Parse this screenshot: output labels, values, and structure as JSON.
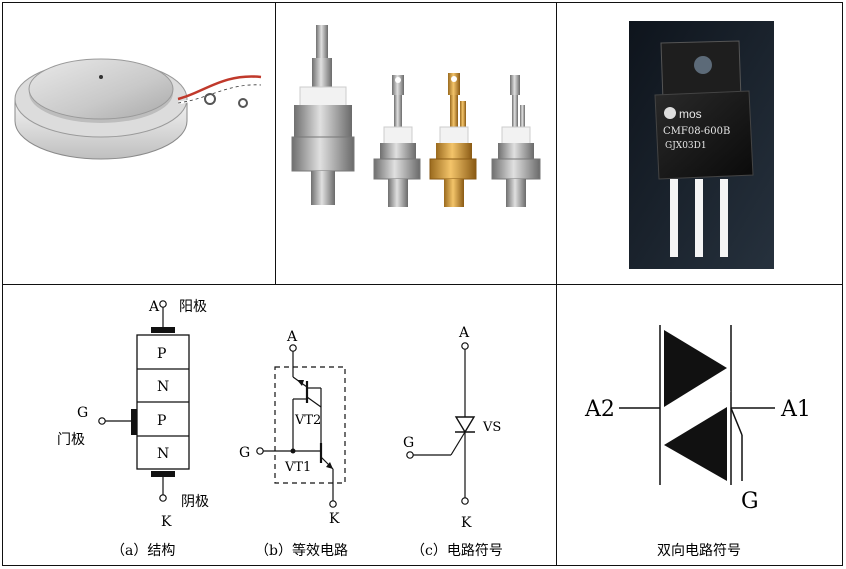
{
  "structure": {
    "anode_letter": "A",
    "anode_label": "阳极",
    "layers": [
      "P",
      "N",
      "P",
      "N"
    ],
    "gate_letter": "G",
    "gate_label": "门极",
    "cathode_letter": "K",
    "cathode_label": "阴极",
    "caption": "（a）结构"
  },
  "equivalent": {
    "anode_letter": "A",
    "gate_letter": "G",
    "cathode_letter": "K",
    "vt2_label": "VT2",
    "vt1_label": "VT1",
    "caption": "（b）等效电路"
  },
  "symbol": {
    "anode_letter": "A",
    "gate_letter": "G",
    "cathode_letter": "K",
    "device_label": "VS",
    "caption": "（c）电路符号"
  },
  "triac": {
    "a2_label": "A2",
    "a1_label": "A1",
    "gate_label": "G",
    "caption": "双向电路符号"
  },
  "photos": {
    "to220_brand": "mos",
    "to220_part": "CMF08-600B",
    "to220_code": "GJX03D1"
  }
}
